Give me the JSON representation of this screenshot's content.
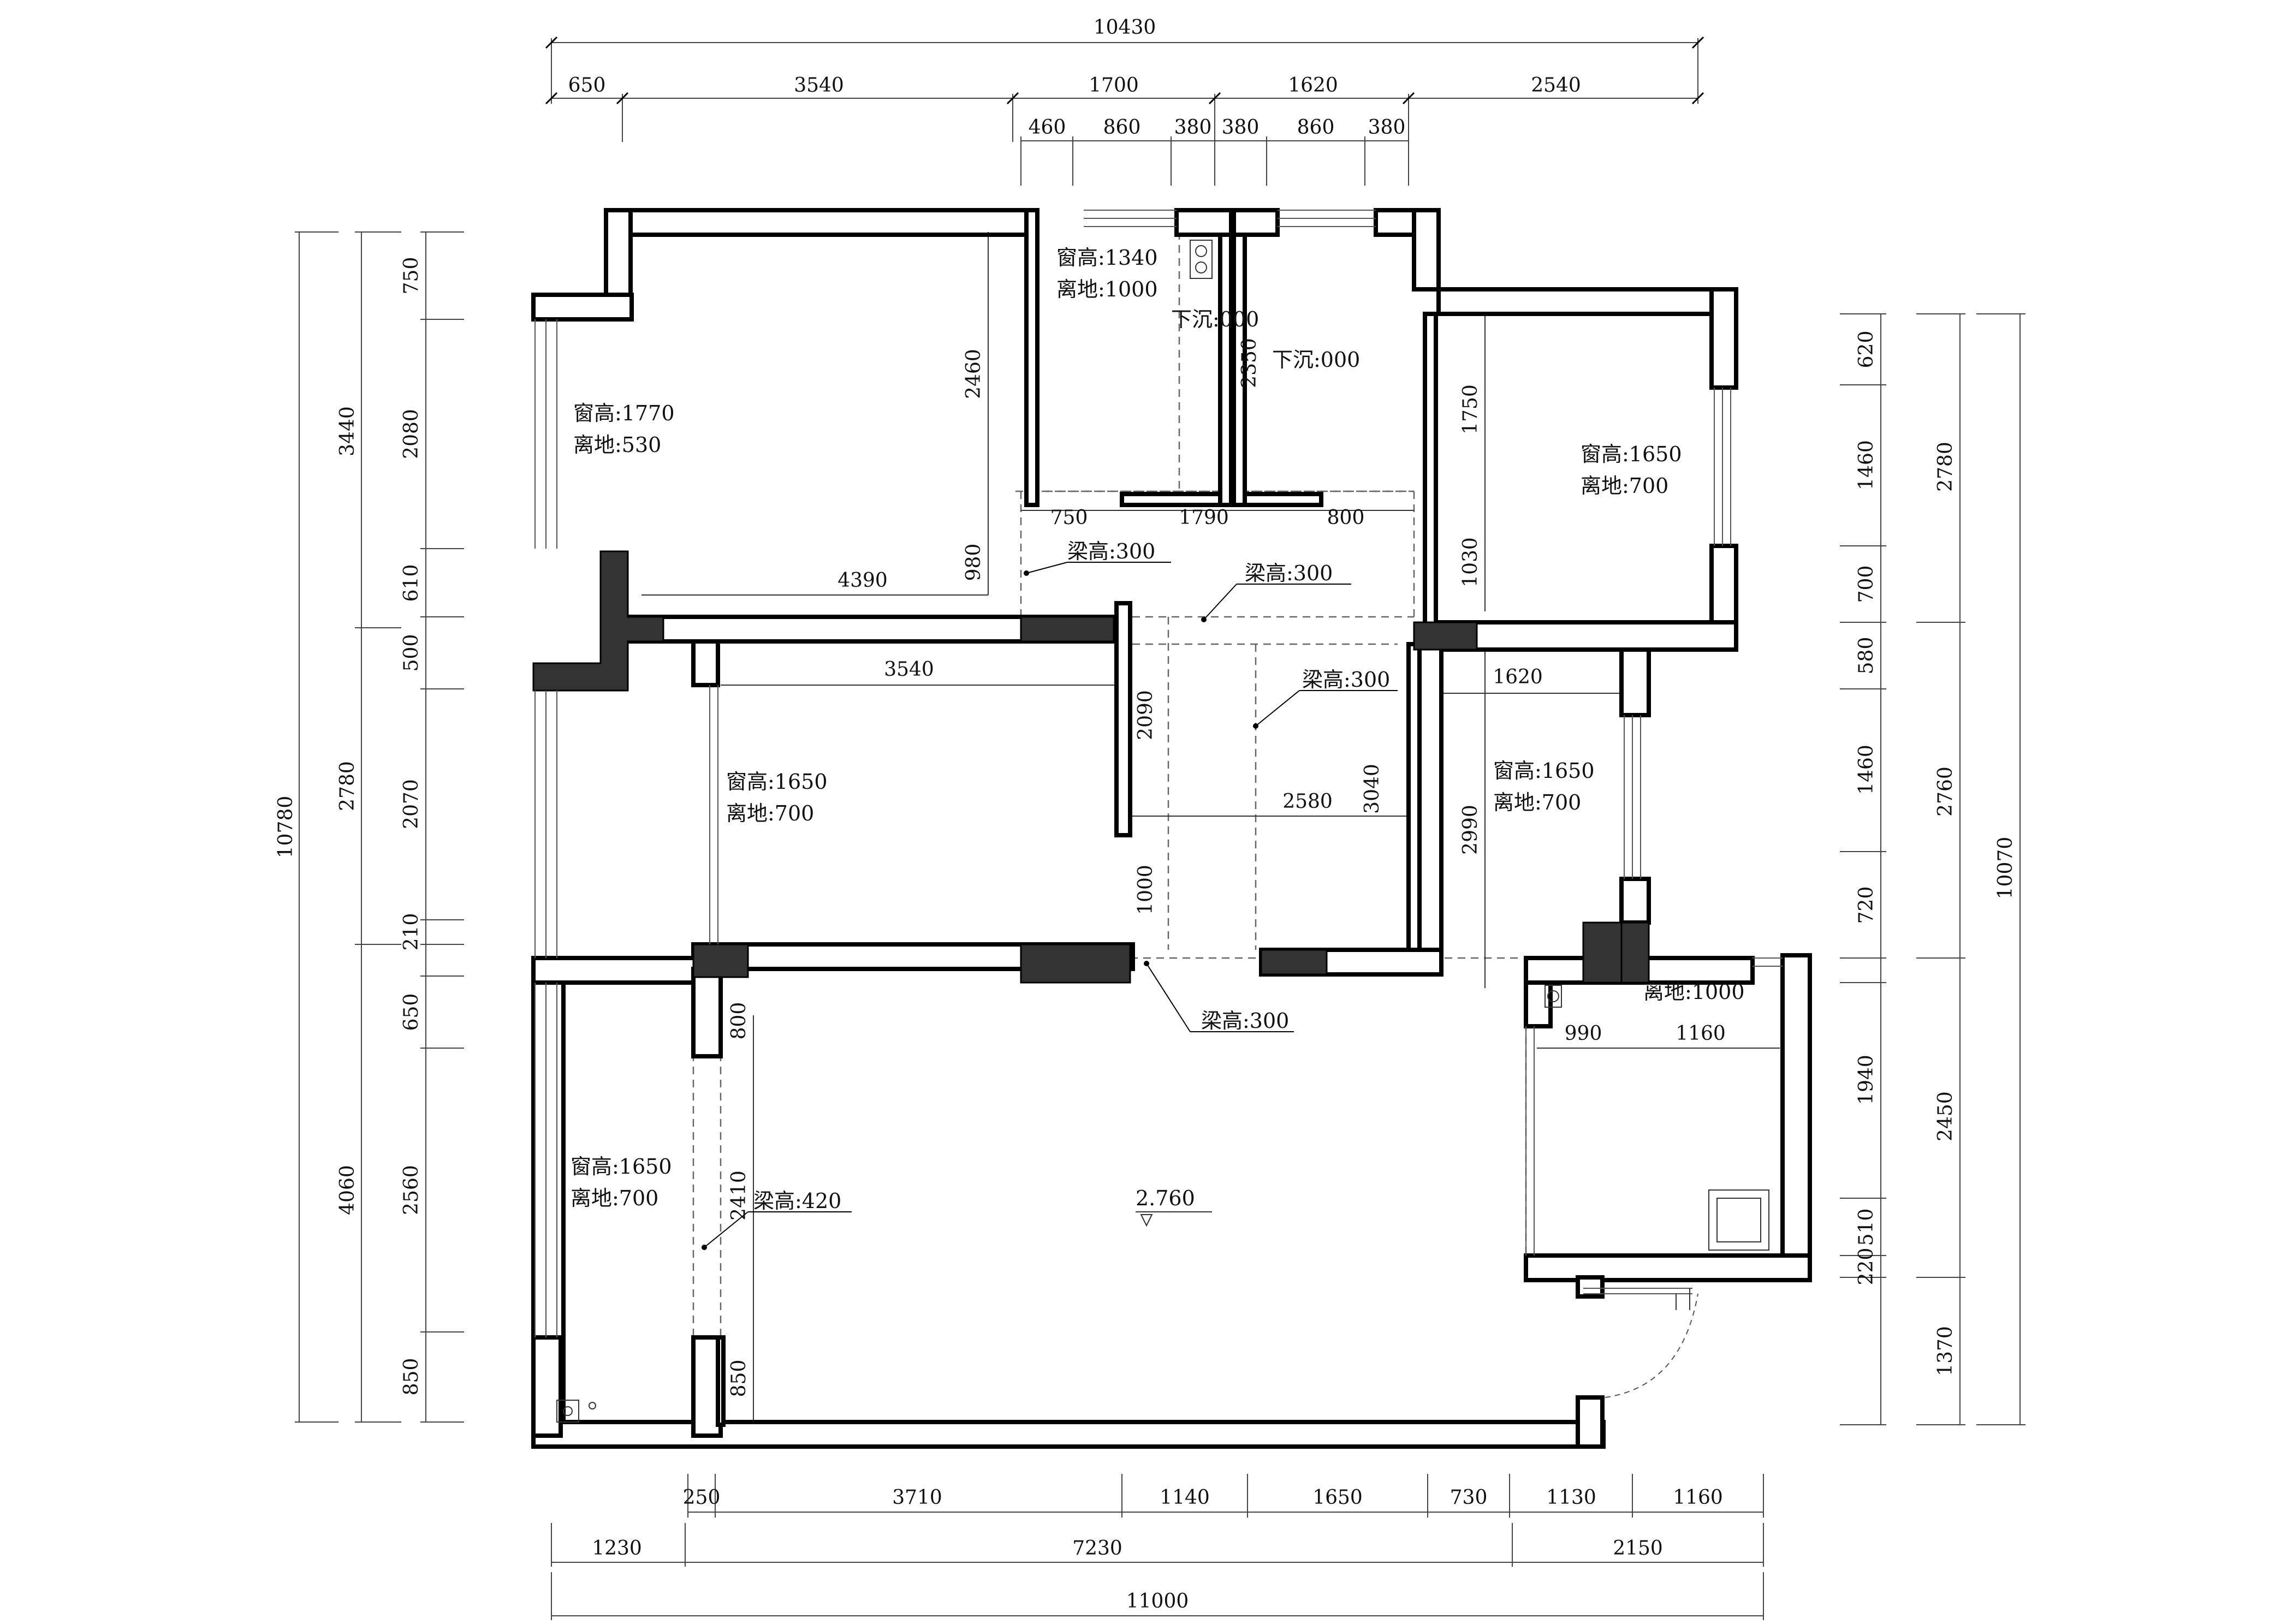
{
  "dims_top": {
    "total": "10430",
    "row2": [
      "650",
      "3540",
      "1700",
      "1620",
      "2540"
    ],
    "row3": [
      "460",
      "860",
      "380",
      "380",
      "860",
      "380"
    ]
  },
  "dims_bottom": {
    "row1": [
      "250",
      "3710",
      "1140",
      "1650",
      "730",
      "1130",
      "1160"
    ],
    "row2": [
      "1230",
      "7230",
      "2150"
    ],
    "total": "11000"
  },
  "dims_left": {
    "total": "10780",
    "row2": [
      "3440",
      "2780",
      "4060"
    ],
    "row3": [
      "750",
      "2080",
      "610",
      "500",
      "2070",
      "210",
      "650",
      "2560",
      "850"
    ]
  },
  "dims_right": {
    "total": "10070",
    "row2": [
      "2780",
      "2760",
      "2450",
      "1370"
    ],
    "row3": [
      "620",
      "1460",
      "700",
      "580",
      "1460",
      "720",
      "1940",
      "510",
      "220"
    ]
  },
  "inner_dims": [
    "2460",
    "4390",
    "980",
    "750",
    "1790",
    "800",
    "2350",
    "1750",
    "1030",
    "3540",
    "2090",
    "2580",
    "3040",
    "2990",
    "1620",
    "1000",
    "800",
    "2410",
    "850",
    "990",
    "1160"
  ],
  "labels": {
    "win1": "窗高:1340",
    "sill1": "离地:1000",
    "drop1": "下沉:000",
    "drop2": "下沉:000",
    "win2": "窗高:1770",
    "sill2": "离地:530",
    "win3": "窗高:1650",
    "sill3": "离地:700",
    "win4": "窗高:1650",
    "sill4": "离地:700",
    "win5": "窗高:1650",
    "sill5": "离地:700",
    "win6": "窗高:1650",
    "sill6": "离地:700",
    "sill7": "离地:1000",
    "beam1": "梁高:300",
    "beam2": "梁高:300",
    "beam3": "梁高:300",
    "beam4": "梁高:300",
    "beam5": "梁高:420",
    "level": "2.760"
  }
}
